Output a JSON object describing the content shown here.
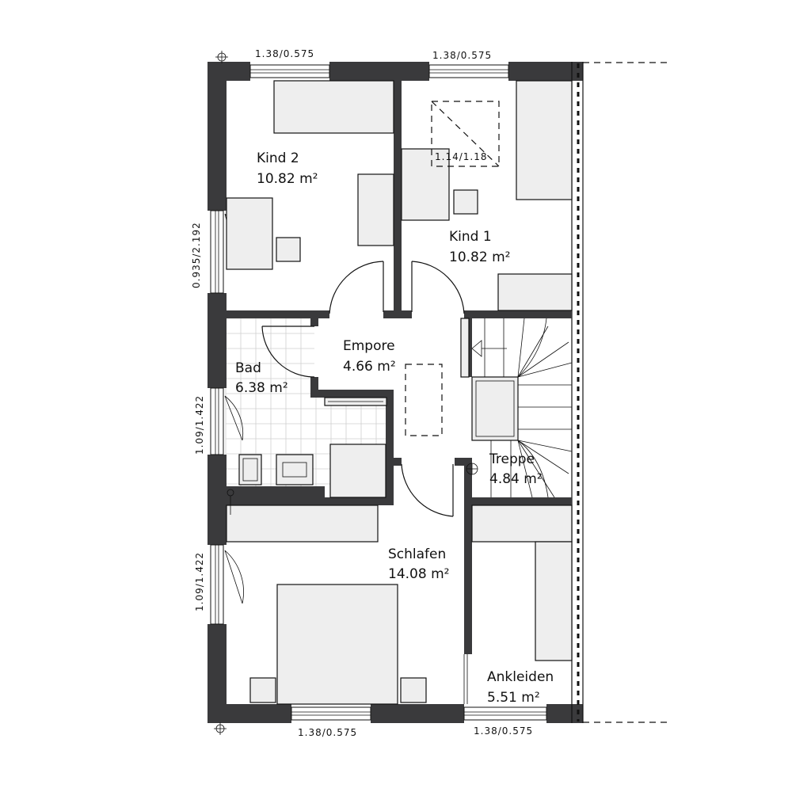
{
  "rooms": {
    "kind2": {
      "name": "Kind 2",
      "area": "10.82 m²"
    },
    "kind1": {
      "name": "Kind 1",
      "area": "10.82 m²"
    },
    "empore": {
      "name": "Empore",
      "area": "4.66 m²"
    },
    "bad": {
      "name": "Bad",
      "area": "6.38 m²"
    },
    "treppe": {
      "name": "Treppe",
      "area": "4.84 m²"
    },
    "schlafen": {
      "name": "Schlafen",
      "area": "14.08 m²"
    },
    "ankleiden": {
      "name": "Ankleiden",
      "area": "5.51 m²"
    }
  },
  "dimensions": {
    "top_left_window": "1.38/0.575",
    "top_right_window": "1.38/0.575",
    "skylight": "1.14/1.18",
    "left_upper_window": "0.935/2.192",
    "left_middle_window": "1.09/1.422",
    "left_lower_window": "1.09/1.422",
    "bottom_left_window": "1.38/0.575",
    "bottom_right_window": "1.38/0.575"
  }
}
